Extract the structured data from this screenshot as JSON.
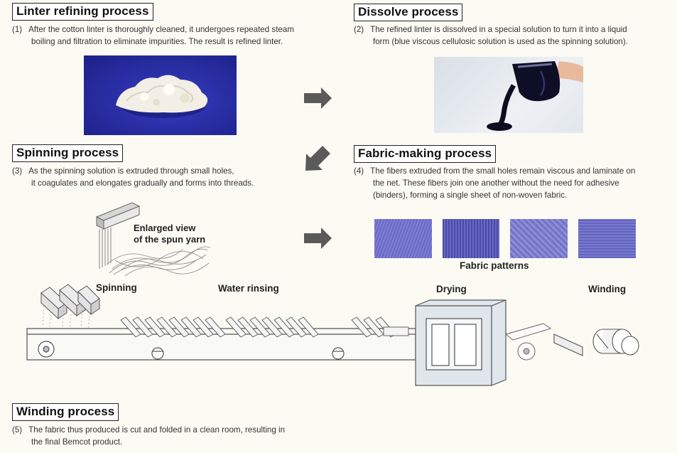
{
  "sections": {
    "linter": {
      "title": "Linter refining process",
      "num": "(1)",
      "line1": "After the cotton linter is thoroughly cleaned, it undergoes repeated steam",
      "line2": "boiling and filtration to eliminate impurities. The result is refined linter."
    },
    "dissolve": {
      "title": "Dissolve   process",
      "num": "(2)",
      "line1": "The refined linter is dissolved in a special solution to turn it into a liquid",
      "line2": "form (blue viscous cellulosic solution is used as the spinning solution)."
    },
    "spinning": {
      "title": "Spinning process",
      "num": "(3)",
      "line1": "As the spinning solution is extruded through small holes,",
      "line2": "it coagulates and elongates gradually and forms into threads."
    },
    "fabric": {
      "title": "Fabric-making process",
      "num": "(4)",
      "line1": "The fibers extruded from the small holes remain viscous and laminate on",
      "line2": "the net. These fibers join one another without the need for adhesive",
      "line3": "(binders), forming a single sheet of non-woven fabric."
    },
    "winding": {
      "title": "Winding process",
      "num": "(5)",
      "line1": "The fabric thus produced is cut and folded in a clean room, resulting in",
      "line2": "the final Bemcot product."
    }
  },
  "labels": {
    "enlarged_line1": "Enlarged view",
    "enlarged_line2": "of the spun yarn",
    "fabric_patterns": "Fabric patterns",
    "spinning": "Spinning",
    "water_rinsing": "Water rinsing",
    "drying": "Drying",
    "winding": "Winding"
  },
  "colors": {
    "background": "#fbfaf3",
    "arrow": "#5a5a5a",
    "photo_blue": "#2a2fa6",
    "solution": "#101028",
    "fabric_blue": "#6b6bc8"
  }
}
